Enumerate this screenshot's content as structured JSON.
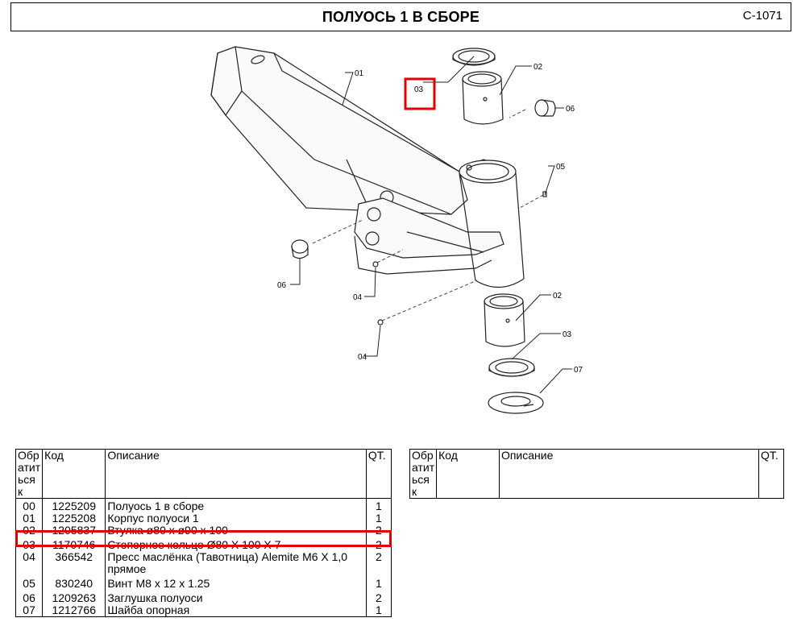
{
  "header": {
    "title": "ПОЛУОСЬ 1 В СБОРЕ",
    "code": "C-1071"
  },
  "diagram": {
    "callouts": {
      "c01": "01",
      "c02a": "02",
      "c02b": "02",
      "c03a": "03",
      "c03b": "03",
      "c04a": "04",
      "c04b": "04",
      "c05": "05",
      "c06a": "06",
      "c06b": "06",
      "c07": "07"
    },
    "highlight_color": "#e00000"
  },
  "table": {
    "headers": {
      "num": "Обр атит ься к",
      "code": "Код",
      "desc": "Описание",
      "qty": "QT."
    },
    "rows": [
      {
        "num": "00",
        "code": "1225209",
        "desc": "Полуось 1 в сборе",
        "qty": "1"
      },
      {
        "num": "01",
        "code": "1225208",
        "desc": "Корпус полуоси 1",
        "qty": "1"
      },
      {
        "num": "02",
        "code": "1205837",
        "desc": "Втулка ø80 x ø90 x 100",
        "qty": "2"
      },
      {
        "num": "03",
        "code": "1170746",
        "desc": "Стопорное кольцо Ø80 X 100 X 7",
        "qty": "2"
      },
      {
        "num": "04",
        "code": "366542",
        "desc": "Пресс маслёнка (Тавотница) Alemite M6 X 1,0 прямое",
        "qty": "2"
      },
      {
        "num": "05",
        "code": "830240",
        "desc": "Винт M8 x 12 x 1.25",
        "qty": "1"
      },
      {
        "num": "06",
        "code": "1209263",
        "desc": "Заглушка полуоси",
        "qty": "2"
      },
      {
        "num": "07",
        "code": "1212766",
        "desc": "Шайба опорная",
        "qty": "1"
      }
    ]
  },
  "table2": {
    "headers": {
      "num": "Обр атит ься к",
      "code": "Код",
      "desc": "Описание",
      "qty": "QT."
    }
  }
}
